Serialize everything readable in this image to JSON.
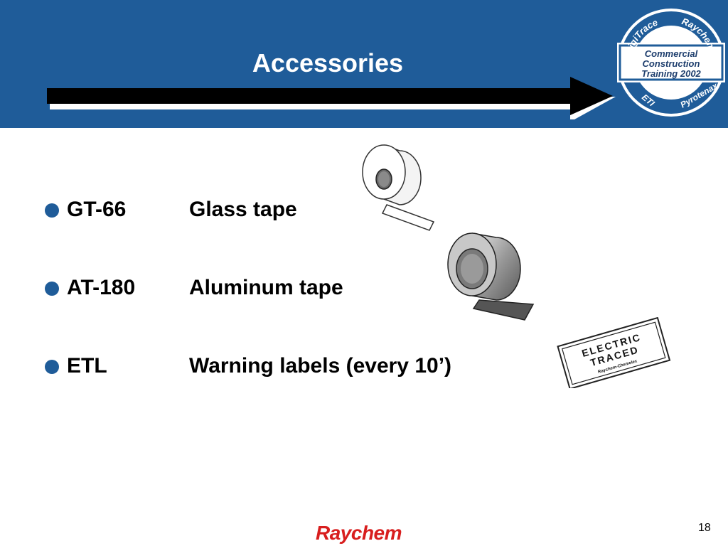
{
  "slide": {
    "title": "Accessories",
    "badge": {
      "top_left": "DigiTrace",
      "top_right": "Raychem",
      "line1": "Commercial",
      "line2": "Construction",
      "line3": "Training 2002",
      "bottom_left": "ETI",
      "bottom_right": "Pyrotenax"
    },
    "items": [
      {
        "code": "GT-66",
        "description": "Glass tape"
      },
      {
        "code": "AT-180",
        "description": "Aluminum tape"
      },
      {
        "code": "ETL",
        "description": "Warning labels (every 10’)"
      }
    ],
    "warning_label": {
      "line1": "ELECTRIC",
      "line2": "TRACED",
      "fine_print": "Raychem-Chemelex"
    },
    "footer": {
      "logo": "Raychem",
      "page_number": "18"
    }
  },
  "colors": {
    "header_bg": "#1f5c99",
    "bullet": "#1f5c99",
    "logo": "#d81e1e"
  }
}
